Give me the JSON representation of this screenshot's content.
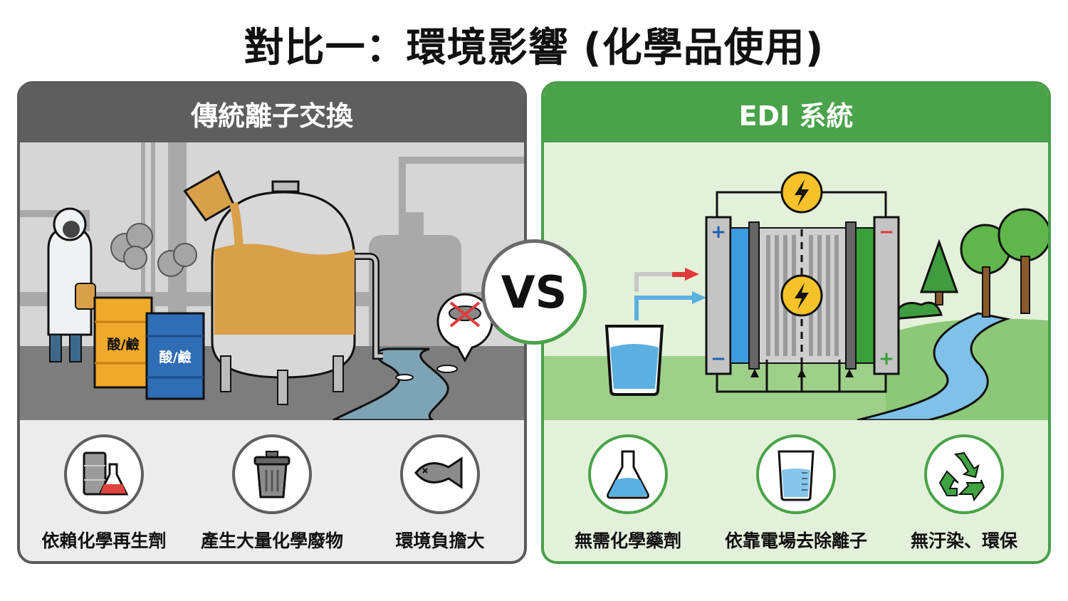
{
  "title": "對比一：環境影響 (化學品使用)",
  "vs_label": "VS",
  "left_panel": {
    "heading": "傳統離子交換",
    "border_color": "#5a5a5a",
    "scene": {
      "barrel_labels": [
        "酸/鹼",
        "酸/鹼"
      ],
      "icons": [
        "hazmat-worker",
        "chemical-barrel",
        "beaker-pour",
        "resin-tank",
        "polluted-stream",
        "dead-fish-warning"
      ]
    },
    "features": [
      {
        "icon": "barrel-flask-icon",
        "label": "依賴化學再生劑"
      },
      {
        "icon": "trash-can-icon",
        "label": "產生大量化學廢物"
      },
      {
        "icon": "dead-fish-icon",
        "label": "環境負擔大"
      }
    ]
  },
  "right_panel": {
    "heading": "EDI 系統",
    "border_color": "#4aa24a",
    "scene": {
      "electrode_signs": [
        "+",
        "−",
        "−",
        "+"
      ],
      "icons": [
        "water-beaker",
        "edi-module",
        "power-source",
        "clean-river",
        "trees"
      ]
    },
    "features": [
      {
        "icon": "flask-icon",
        "label": "無需化學藥劑"
      },
      {
        "icon": "beaker-icon",
        "label": "依靠電場去除離子"
      },
      {
        "icon": "recycle-icon",
        "label": "無汙染、環保"
      }
    ]
  }
}
